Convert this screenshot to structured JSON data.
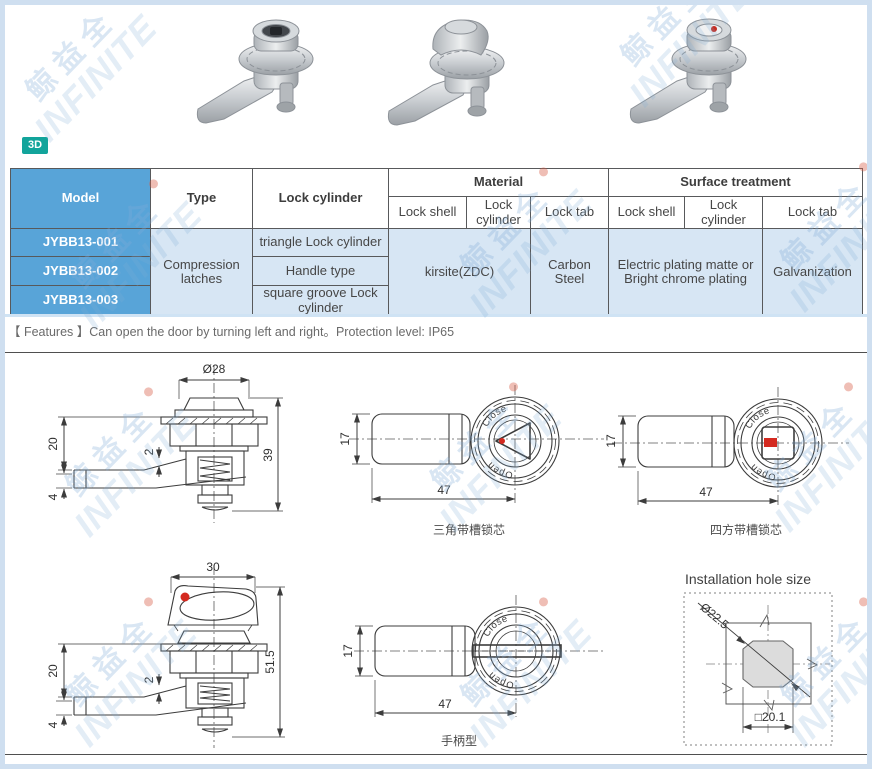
{
  "watermark": {
    "brand": "INFINITE",
    "brand_cn": "鲸益全"
  },
  "badge_3d": "3D",
  "table": {
    "header": {
      "model": "Model",
      "type": "Type",
      "lock_cylinder": "Lock cylinder",
      "material": "Material",
      "surface_treatment": "Surface treatment",
      "sub": {
        "shell": "Lock shell",
        "cylinder": "Lock cylinder",
        "tab": "Lock tab"
      }
    },
    "models": [
      "JYBB13-001",
      "JYBB13-002",
      "JYBB13-003"
    ],
    "type_value": "Compression latches",
    "cylinders": [
      "triangle Lock cylinder",
      "Handle type",
      "square groove Lock cylinder"
    ],
    "material": {
      "shell_cylinder": "kirsite(ZDC)",
      "tab": "Carbon Steel"
    },
    "surface": {
      "shell_cylinder": "Electric plating matte or Bright chrome plating",
      "tab": "Galvanization"
    }
  },
  "features_line": "【 Features 】Can open the door by turning left and right。Protection level: IP65",
  "drawings": {
    "d1": {
      "dim_top": "Ø28",
      "dim_right": "39",
      "dim_left": "20",
      "dim_mid": "2",
      "dim_bottom_left": "4"
    },
    "d2": {
      "dim_left": "17",
      "dim_bottom": "47",
      "label_close": "Close",
      "label_open": "Open",
      "caption": "三角带槽锁芯"
    },
    "d3": {
      "dim_left": "17",
      "dim_bottom": "47",
      "label_close": "Close",
      "label_open": "Open",
      "caption": "四方带槽锁芯"
    },
    "d4": {
      "dim_top": "30",
      "dim_right": "51.5",
      "dim_left": "20",
      "dim_mid": "2",
      "dim_bottom_left": "4"
    },
    "d5": {
      "dim_left": "17",
      "dim_bottom": "47",
      "label_close": "Close",
      "label_open": "Open",
      "caption": "手柄型"
    },
    "d6": {
      "title": "Installation hole size",
      "dim_diagonal": "Ø22.5",
      "dim_bottom": "□20.1"
    }
  }
}
